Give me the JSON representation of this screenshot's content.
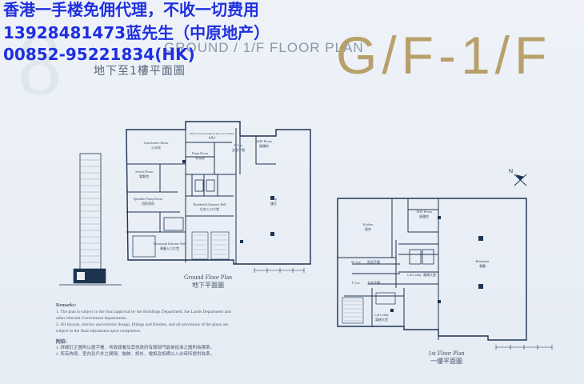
{
  "ad": {
    "line1": "香港一手楼免佣代理，不收一切费用",
    "line2": "13928481473蓝先生（中原地产）",
    "line3": "00852-95221834(HK)"
  },
  "header": {
    "number": "8",
    "title_en": "GROUND / 1/F FLOOR PLAN",
    "title_cn": "地下至1樓平面圖",
    "big_title": "G/F-1/F"
  },
  "ground_floor": {
    "caption_en": "Ground Floor Plan",
    "caption_cn": "地下平面圖",
    "rooms": {
      "transformer": "Transformer Room",
      "transformer_cn": "火水房",
      "switch": "Switch Room",
      "switch_cn": "電掣房",
      "sprinkler": "Sprinkler Pump Room",
      "sprinkler_cn": "消防泵房",
      "pump": "Pump Room",
      "pump_cn": "水泵房",
      "refuse": "Refuse Storage & Material Recovery Chamber",
      "refuse_cn": "垃圾房",
      "ahu": "AHU Room",
      "ahu_cn": "風櫃房",
      "lav": "F. Lav",
      "lav_cn": "女洗手間",
      "residential_hall": "Residential Entrance Hall",
      "residential_hall_cn": "住宅入口大堂",
      "restaurant_hall": "Restaurant Entrance Hall",
      "restaurant_hall_cn": "餐廳入口大堂",
      "shop": "Shop",
      "shop_cn": "舖位"
    }
  },
  "first_floor": {
    "caption_en": "1st Floor Plan",
    "caption_cn": "一樓平面圖",
    "rooms": {
      "kitchen": "Kitchen",
      "kitchen_cn": "廚房",
      "ahu": "AHU Room",
      "ahu_cn": "風櫃房",
      "restaurant": "Restaurant",
      "restaurant_cn": "餐廳",
      "m_lav": "M. Lav",
      "m_lav_cn": "男洗手間",
      "f_lav": "F. Lav",
      "f_lav_cn": "女洗手間",
      "lift_lobby": "Lift Lobby",
      "lift_lobby_cn": "電梯大堂"
    }
  },
  "north_label": "N",
  "remarks": {
    "heading_en": "Remarks:",
    "en_1": "1. The plan is subject to the final approval by the Buildings Department, the Lands Department and other relevant Government departments.",
    "en_2": "2. All layouts, interior and exterior design, fittings and finishes, and all provisions of the plans are subject to the final adjustment upon completion.",
    "heading_cn": "附註:",
    "cn_1": "1. 詳細訂正圖則以屋宇署、地政總署及其他政府有關部門最後批准之圖則為標準。",
    "cn_2": "2. 所有佈局、室內及戶外之間隔、裝飾、設計、電設及設備以入伙時所提供為準。"
  },
  "colors": {
    "ad_text": "#1f2fe0",
    "plan_line": "#1e3350",
    "gold_title": "#b8a06a",
    "background": "#e9eef5"
  }
}
